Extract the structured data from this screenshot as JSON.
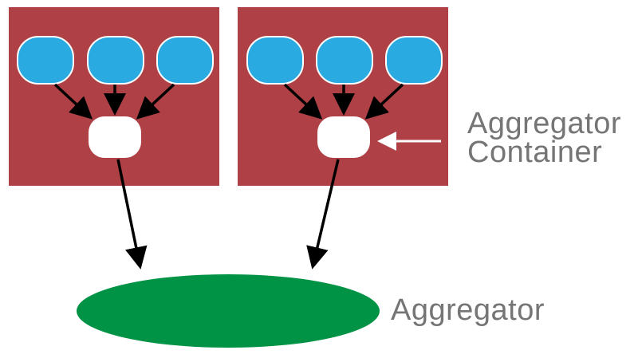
{
  "labels": {
    "aggregator_container_line1": "Aggregator",
    "aggregator_container_line2": "Container",
    "aggregator": "Aggregator"
  },
  "colors": {
    "container_fill": "#ae4046",
    "source_node_fill": "#29abe2",
    "node_stroke": "#ffffff",
    "aggregator_node_fill": "#ffffff",
    "aggregator_fill": "#009245",
    "arrow_black": "#000000",
    "arrow_white": "#ffffff",
    "label_text": "#757575"
  }
}
